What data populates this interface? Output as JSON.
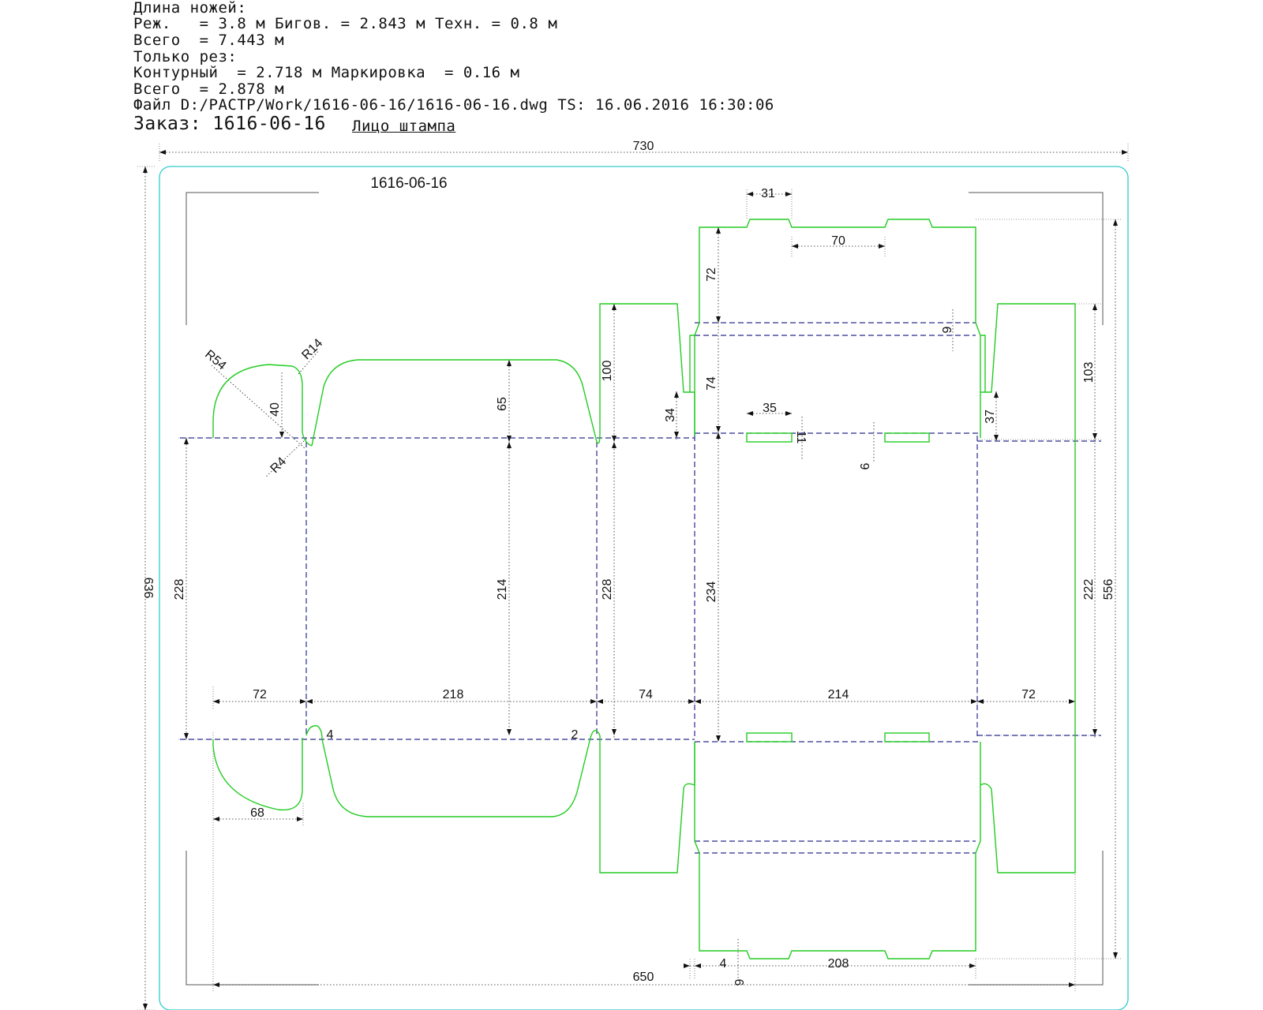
{
  "header": {
    "line1": "Длина ножей:",
    "line2": "Реж.   = 3.8 м Бигов. = 2.843 м Техн. = 0.8 м",
    "line3": "Всего  = 7.443 м",
    "line4": "Только рез:",
    "line5": "Контурный  = 2.718 м Маркировка  = 0.16 м",
    "line6": "Всего  = 2.878 м",
    "line7": "Файл D:/PACTP/Work/1616-06-16/1616-06-16.dwg TS: 16.06.2016 16:30:06"
  },
  "order": {
    "label": "Заказ: 1616-06-16",
    "face_label": "Лицо штампа"
  },
  "drawing": {
    "sheet_label": "1616-06-16",
    "colors": {
      "cut": "#22cc22",
      "crease": "#2b2b8f",
      "frame": "#33cccc",
      "dim": "#111111"
    },
    "dims": {
      "overall_width": "730",
      "overall_height": "636",
      "bottom_width": "650",
      "tab_31": "31",
      "tab_70": "70",
      "h72": "72",
      "h9": "9",
      "h74": "74",
      "w35": "35",
      "h11": "11",
      "h6": "6",
      "h37": "37",
      "h103": "103",
      "h556": "556",
      "h222": "222",
      "h234": "234",
      "h34": "34",
      "h100": "100",
      "h65": "65",
      "h214": "214",
      "h228a": "228",
      "h228b": "228",
      "r54": "R54",
      "r14": "R14",
      "r4": "R4",
      "h40": "40",
      "w72a": "72",
      "w218": "218",
      "w74": "74",
      "w214": "214",
      "w72b": "72",
      "g4": "4",
      "g2": "2",
      "w68": "68",
      "b4": "4",
      "w208": "208",
      "b6": "6"
    }
  }
}
